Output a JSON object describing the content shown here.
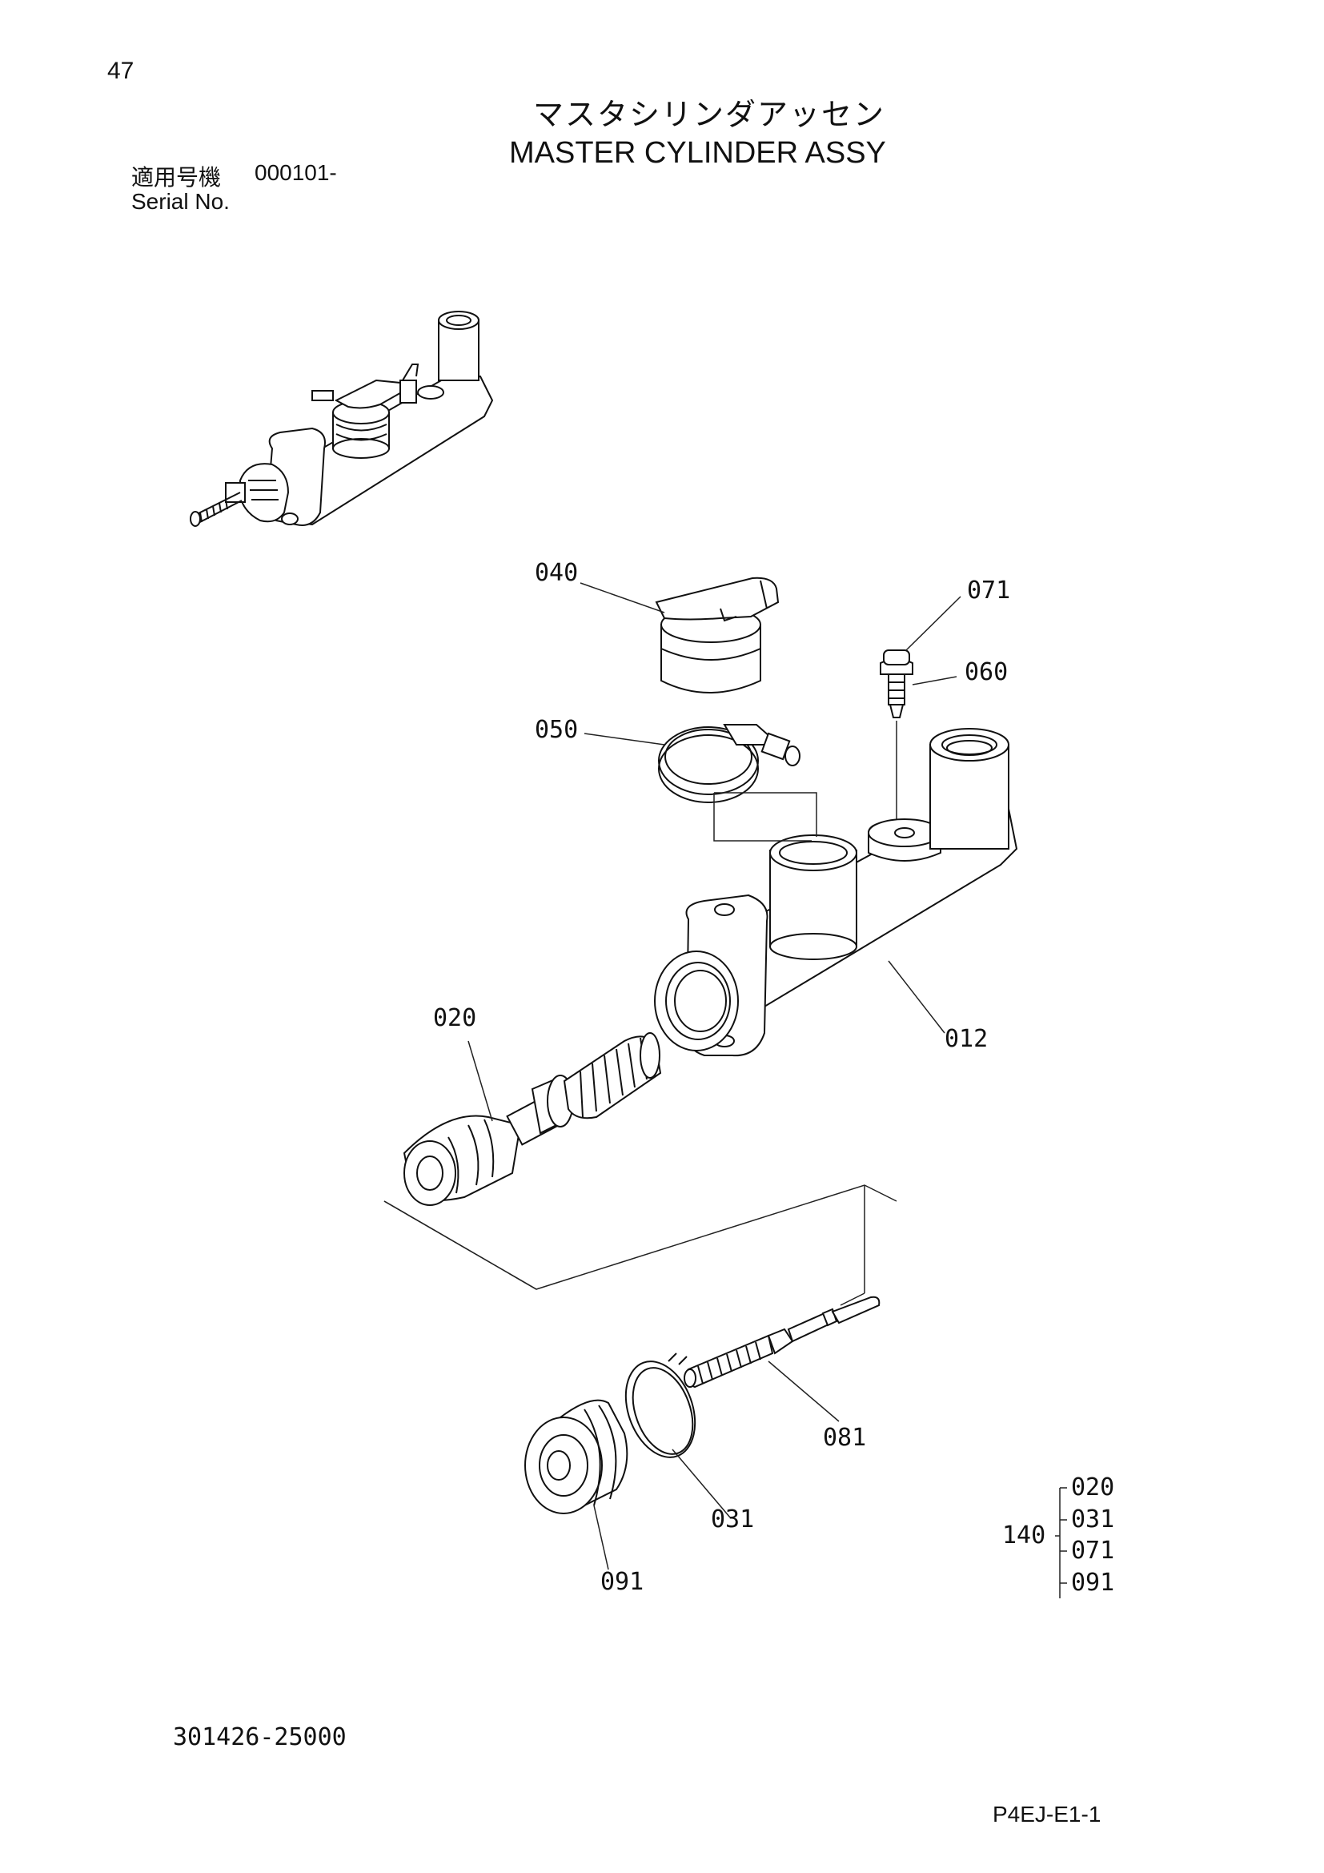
{
  "page": {
    "number": "47",
    "title_jp": "マスタシリンダアッセン",
    "title_en": "MASTER CYLINDER ASSY",
    "serial_label_jp": "適用号機",
    "serial_value": "000101-",
    "serial_label_en": "Serial No."
  },
  "labels": {
    "p040": "040",
    "p071": "071",
    "p060": "060",
    "p050": "050",
    "p020": "020",
    "p012": "012",
    "p081": "081",
    "p031": "031",
    "p091": "091"
  },
  "kit": {
    "number": "140",
    "items": [
      "020",
      "031",
      "071",
      "091"
    ]
  },
  "footer": {
    "drawing_number": "301426-25000",
    "page_code": "P4EJ-E1-1"
  }
}
